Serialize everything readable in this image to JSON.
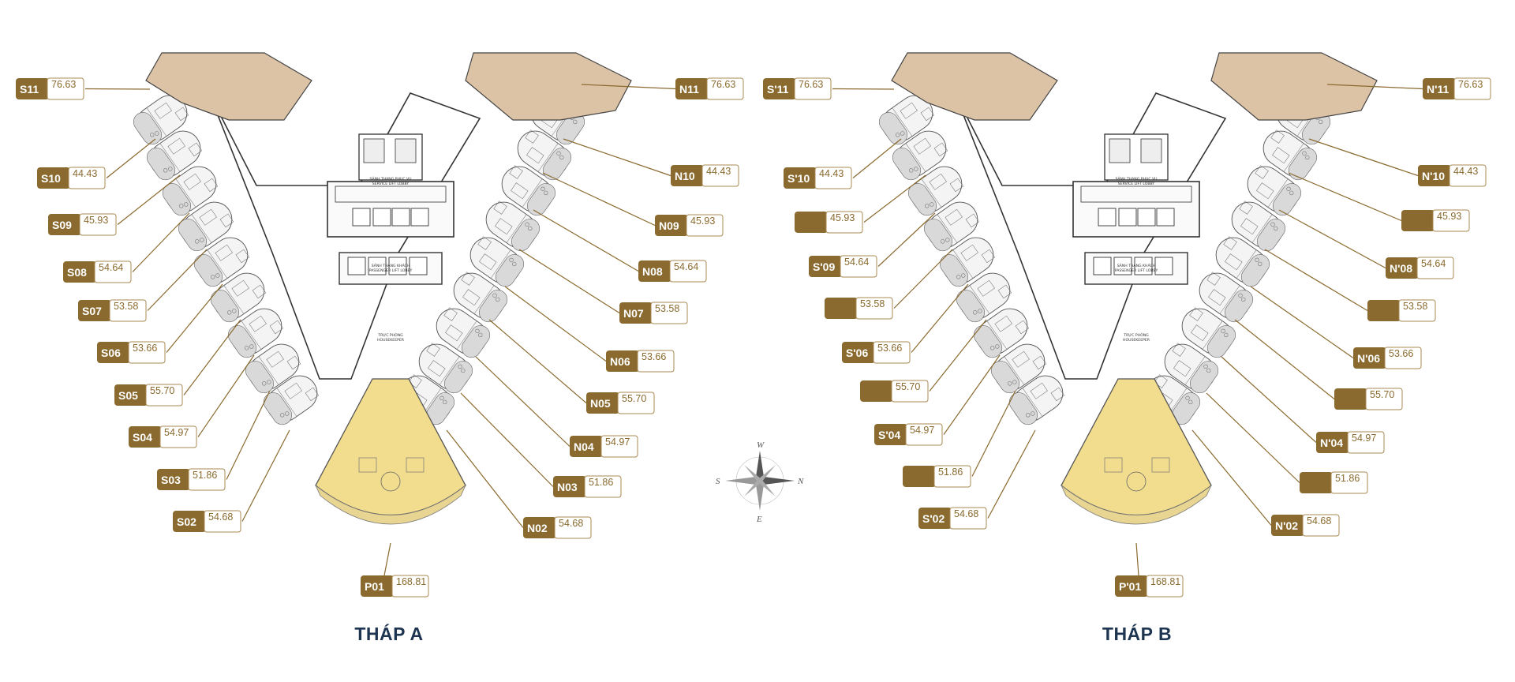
{
  "towers": [
    {
      "title": "THÁP A",
      "lift_lobby_service": [
        "SẢNH THANG PHỤC VỤ",
        "SERVICE LIFT LOBBY"
      ],
      "lift_lobby_passenger": [
        "SẢNH THANG KHÁCH",
        "PASSENGER LIFT LOBBY"
      ],
      "housekeeper": [
        "TRỰC PHÒNG",
        "HOUSEKEEPER"
      ],
      "units": [
        {
          "code": "S11",
          "area": "76.63"
        },
        {
          "code": "S10",
          "area": "44.43"
        },
        {
          "code": "S09",
          "area": "45.93"
        },
        {
          "code": "S08",
          "area": "54.64"
        },
        {
          "code": "S07",
          "area": "53.58"
        },
        {
          "code": "S06",
          "area": "53.66"
        },
        {
          "code": "S05",
          "area": "55.70"
        },
        {
          "code": "S04",
          "area": "54.97"
        },
        {
          "code": "S03",
          "area": "51.86"
        },
        {
          "code": "S02",
          "area": "54.68"
        },
        {
          "code": "N11",
          "area": "76.63"
        },
        {
          "code": "N10",
          "area": "44.43"
        },
        {
          "code": "N09",
          "area": "45.93"
        },
        {
          "code": "N08",
          "area": "54.64"
        },
        {
          "code": "N07",
          "area": "53.58"
        },
        {
          "code": "N06",
          "area": "53.66"
        },
        {
          "code": "N05",
          "area": "55.70"
        },
        {
          "code": "N04",
          "area": "54.97"
        },
        {
          "code": "N03",
          "area": "51.86"
        },
        {
          "code": "N02",
          "area": "54.68"
        },
        {
          "code": "P01",
          "area": "168.81"
        }
      ]
    },
    {
      "title": "THÁP B",
      "lift_lobby_service": [
        "SẢNH THANG PHỤC VỤ",
        "SERVICE LIFT LOBBY"
      ],
      "lift_lobby_passenger": [
        "SẢNH THANG KHÁCH",
        "PASSENGER LIFT LOBBY"
      ],
      "housekeeper": [
        "TRỰC PHÒNG",
        "HOUSEKEEPER"
      ],
      "units": [
        {
          "code": "S'11",
          "area": "76.63"
        },
        {
          "code": "S'10",
          "area": "44.43"
        },
        {
          "code": "",
          "area": "45.93"
        },
        {
          "code": "S'09",
          "area": "54.64"
        },
        {
          "code": "",
          "area": "53.58"
        },
        {
          "code": "S'06",
          "area": "53.66"
        },
        {
          "code": "",
          "area": "55.70"
        },
        {
          "code": "S'04",
          "area": "54.97"
        },
        {
          "code": "",
          "area": "51.86"
        },
        {
          "code": "S'02",
          "area": "54.68"
        },
        {
          "code": "N'11",
          "area": "76.63"
        },
        {
          "code": "N'10",
          "area": "44.43"
        },
        {
          "code": "",
          "area": "45.93"
        },
        {
          "code": "N'08",
          "area": "54.64"
        },
        {
          "code": "",
          "area": "53.58"
        },
        {
          "code": "N'06",
          "area": "53.66"
        },
        {
          "code": "",
          "area": "55.70"
        },
        {
          "code": "N'04",
          "area": "54.97"
        },
        {
          "code": "",
          "area": "51.86"
        },
        {
          "code": "N'02",
          "area": "54.68"
        },
        {
          "code": "P'01",
          "area": "168.81"
        }
      ]
    }
  ],
  "compass": {
    "north": "N",
    "south": "S",
    "east": "E",
    "west": "W"
  },
  "colors": {
    "label_gold": "#8a6a2e",
    "label_border": "#a88850",
    "penthouse_fill": "#f2dd8f",
    "corner_unit_fill": "#dcc3a6",
    "title_navy": "#1d3550"
  }
}
